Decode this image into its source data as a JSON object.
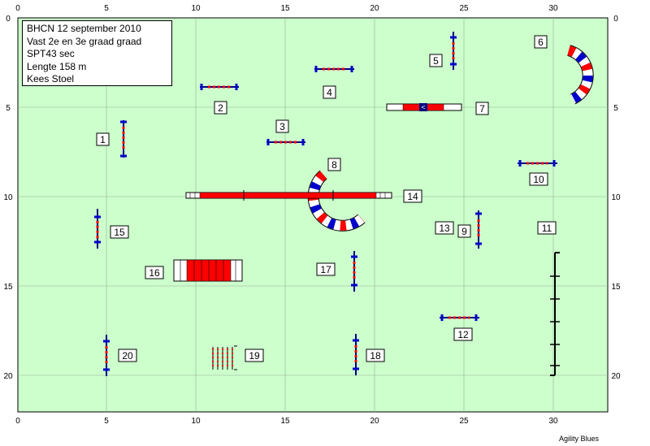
{
  "info": {
    "line1": "BHCN 12 september 2010",
    "line2": "Vast 2e en 3e graad graad",
    "line3": "SPT43 sec",
    "line4": "Lengte 158 m",
    "line5": "Kees Stoel"
  },
  "credit": "Agility Blues",
  "axis": {
    "x_ticks": [
      "0",
      "5",
      "10",
      "15",
      "20",
      "25",
      "30"
    ],
    "y_ticks": [
      "0",
      "5",
      "10",
      "15",
      "20"
    ]
  },
  "obstacle_numbers": [
    "1",
    "2",
    "3",
    "4",
    "5",
    "6",
    "7",
    "8",
    "9",
    "10",
    "11",
    "12",
    "13",
    "14",
    "15",
    "16",
    "17",
    "18",
    "19",
    "20"
  ],
  "colors": {
    "field": "#ccffcc",
    "outside": "#ffffff",
    "red": "#ff0000",
    "blue": "#0000cc",
    "dark_blue": "#000080"
  }
}
